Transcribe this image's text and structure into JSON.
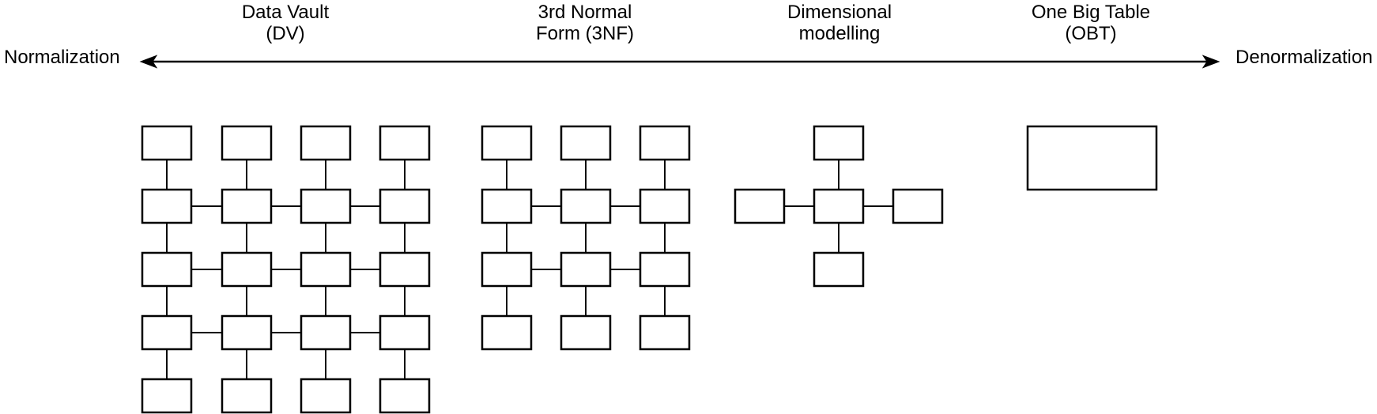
{
  "colors": {
    "line": "#000000",
    "background": "#ffffff",
    "box_fill": "#ffffff"
  },
  "spectrum_axis": {
    "left_label": "Normalization",
    "right_label": "Denormalization",
    "arrow_double_headed": true
  },
  "models": [
    {
      "id": "data-vault",
      "label_lines": [
        "Data Vault",
        "(DV)"
      ],
      "schema": {
        "kind": "grid",
        "columns": 4,
        "rows": 5,
        "rows_with_horizontal_links": [
          2,
          3,
          4
        ],
        "vertical_links_between_all_rows": true
      }
    },
    {
      "id": "third-normal-form",
      "label_lines": [
        "3rd Normal",
        "Form (3NF)"
      ],
      "schema": {
        "kind": "grid",
        "columns": 3,
        "rows": 4,
        "rows_with_horizontal_links": [
          2,
          3
        ],
        "vertical_links_between_all_rows": true
      }
    },
    {
      "id": "dimensional-modelling",
      "label_lines": [
        "Dimensional",
        "modelling"
      ],
      "schema": {
        "kind": "star",
        "fact_boxes": 1,
        "dimension_boxes": 4,
        "dimension_positions": [
          "top",
          "left",
          "right",
          "bottom"
        ]
      }
    },
    {
      "id": "one-big-table",
      "label_lines": [
        "One Big Table",
        "(OBT)"
      ],
      "schema": {
        "kind": "single-table",
        "boxes": 1
      }
    }
  ]
}
